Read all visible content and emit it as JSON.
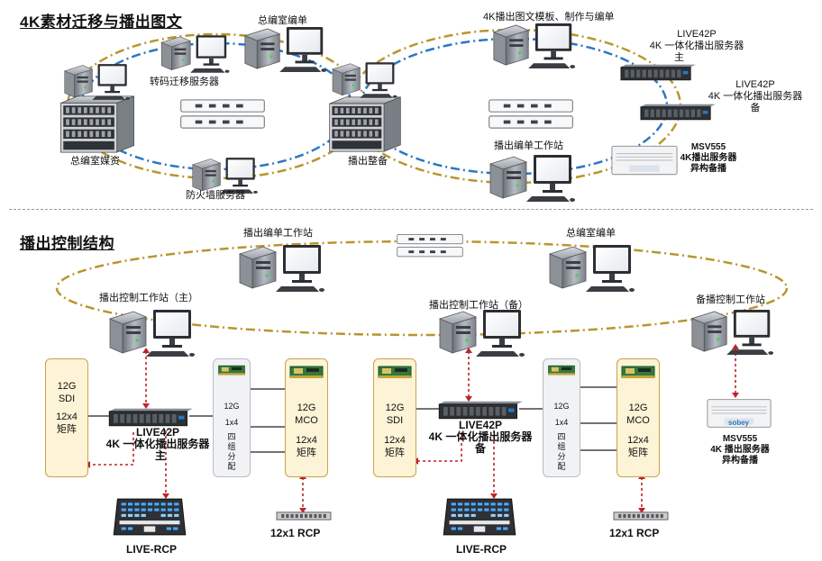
{
  "section1": {
    "title": "4K素材迁移与播出图文",
    "labels": {
      "central_editing_top": "总编室编单",
      "transcode_server": "转码迁移服务器",
      "central_media": "总编室媒资",
      "firewall_server": "防火墙服务器",
      "playout_prep": "播出整备",
      "template_editing": "4K播出图文模板、制作与编单",
      "playout_workstation": "播出编单工作站"
    },
    "live_main": {
      "model": "LIVE42P",
      "desc": "4K 一体化播出服务器",
      "role": "主"
    },
    "live_backup": {
      "model": "LIVE42P",
      "desc": "4K 一体化播出服务器",
      "role": "备"
    },
    "msv": {
      "model": "MSV555",
      "desc": "4K播出服务器",
      "role": "异构备播"
    }
  },
  "section2": {
    "title": "播出控制结构",
    "labels": {
      "playout_workstation": "播出编单工作站",
      "central_editing": "总编室编单",
      "ctrl_main": "播出控制工作站（主）",
      "ctrl_backup": "播出控制工作站（备）",
      "standby_ctrl": "备播控制工作站"
    },
    "left_group": {
      "sdi_box": {
        "l1": "12G",
        "l2": "SDI",
        "l3": "12x4",
        "l4": "矩阵"
      },
      "server": {
        "model": "LIVE42P",
        "desc": "4K 一体化播出服务器",
        "role": "主"
      },
      "dist_box": {
        "l1": "12G",
        "l2": "1x4",
        "l3": "四",
        "l4": "组",
        "l5": "分",
        "l6": "配"
      },
      "mco_box": {
        "l1": "12G",
        "l2": "MCO",
        "l3": "12x4",
        "l4": "矩阵"
      },
      "rcp_live": "LIVE-RCP",
      "rcp_12x1": "12x1 RCP"
    },
    "right_group": {
      "sdi_box": {
        "l1": "12G",
        "l2": "SDI",
        "l3": "12x4",
        "l4": "矩阵"
      },
      "server": {
        "model": "LIVE42P",
        "desc": "4K 一体化播出服务器",
        "role": "备"
      },
      "dist_box": {
        "l1": "12G",
        "l2": "1x4",
        "l3": "四",
        "l4": "组",
        "l5": "分",
        "l6": "配"
      },
      "mco_box": {
        "l1": "12G",
        "l2": "MCO",
        "l3": "12x4",
        "l4": "矩阵"
      },
      "rcp_live": "LIVE-RCP",
      "rcp_12x1": "12x1 RCP"
    },
    "msv": {
      "model": "MSV555",
      "desc": "4K 播出服务器",
      "role": "异构备播",
      "brand": "sobey"
    }
  },
  "colors": {
    "gold_link": "#b8962e",
    "blue_link": "#2a78c2",
    "red_link": "#c0222a",
    "yellow_box": "#fdf3d6",
    "grey_box": "#f1f2f4"
  }
}
